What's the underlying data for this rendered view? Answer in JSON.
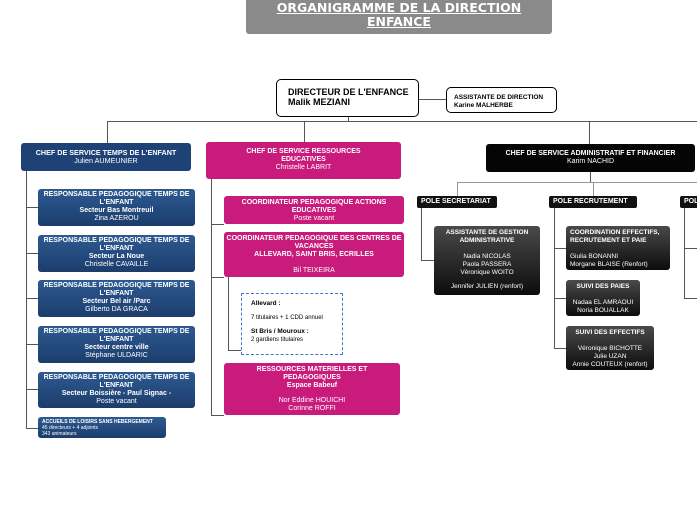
{
  "title": "ORGANIGRAMME DE LA DIRECTION ENFANCE",
  "director": {
    "role": "DIRECTEUR DE L'ENFANCE",
    "name": "Malik MEZIANI"
  },
  "assistant": {
    "role": "ASSISTANTE DE DIRECTION",
    "name": "Karine MALHERBE"
  },
  "colors": {
    "temps_enfant": "#1e4275",
    "ressources": "#c91b7b",
    "admin": "#050505"
  },
  "temps": {
    "role": "CHEF DE SERVICE TEMPS DE L'ENFANT",
    "name": "Julien AUMEUNIER",
    "items": [
      {
        "role": "RESPONSABLE PEDAGOGIQUE TEMPS DE L'ENFANT",
        "sector": "Secteur Bas Montreuil",
        "name": "Zina AZEROU"
      },
      {
        "role": "RESPONSABLE PEDAGOGIQUE TEMPS DE L'ENFANT",
        "sector": "Secteur  La Noue",
        "name": "Christelle CAVAILLE"
      },
      {
        "role": "RESPONSABLE PEDAGOGIQUE TEMPS DE L'ENFANT",
        "sector": "Secteur Bel air /Parc",
        "name": "Gilberto DA GRACA"
      },
      {
        "role": "RESPONSABLE PEDAGOGIQUE TEMPS DE L'ENFANT",
        "sector": "Secteur centre ville",
        "name": "Stéphane ULDARIC"
      },
      {
        "role": "RESPONSABLE PEDAGOGIQUE TEMPS DE L'ENFANT",
        "sector": "Secteur Boissière - Paul Signac -",
        "name": "Poste vacant"
      }
    ],
    "alsh": {
      "title": "ACCUEILS DE LOISIRS SANS HEBERGEMENT",
      "l1": "45 directeurs + 4 adjoints",
      "l2": "343 animateurs"
    }
  },
  "ressources": {
    "role": "CHEF DE SERVICE RESSOURCES EDUCATIVES",
    "name": "Christelle LABRIT",
    "actions": {
      "role": "COORDINATEUR PEDAGOGIQUE ACTIONS EDUCATIVES",
      "name": "Poste vacant"
    },
    "centres": {
      "role": "COORDINATEUR PEDAGOGIQUE DES CENTRES DE VACANCES",
      "sites": "ALLEVARD, SAINT BRIS, ECRILLES",
      "name": "Bil TEIXEIRA"
    },
    "note": {
      "h1": "Allevard :",
      "t1": "7 titulaires + 1 CDD annuel",
      "h2": "St Bris / Mouroux :",
      "t2": "2 gardiens titulaires"
    },
    "materielles": {
      "role": "RESSOURCES MATERIELLES ET PEDAGOGIQUES",
      "place": "Espace Babeuf",
      "n1": "Nor Eddine HOUICHI",
      "n2": "Corinne ROFFI"
    }
  },
  "admin": {
    "role": "CHEF DE SERVICE ADMINISTRATIF ET FINANCIER",
    "name": "Karim NACHID",
    "poles": [
      "POLE SECRETARIAT",
      "POLE RECRUTEMENT",
      "POL"
    ],
    "gestion": {
      "role": "ASSISTANTE DE GESTION ADMINISTRATIVE",
      "n1": "Nadia NICOLAS",
      "n2": "Paola PASSERA",
      "n3": "Véronique WOITO",
      "n4": "Jennifer JULIEN (renfort)"
    },
    "coord": {
      "role": "COORDINATION EFFECTIFS, RECRUTEMENT ET PAIE",
      "n1": "Giulia BONANNI",
      "n2": "Morgane BLAISE (Renfort)"
    },
    "paies": {
      "role": "SUIVI DES  PAIES",
      "n1": "Nadaa EL AMRAOUI",
      "n2": "Noria BOUALLAK"
    },
    "effectifs": {
      "role": "SUIVI DES  EFFECTIFS",
      "n1": "Véronique BICHOTTE",
      "n2": "Julie UZAN",
      "n3": "Annie COUTEUX (renfort)"
    }
  }
}
